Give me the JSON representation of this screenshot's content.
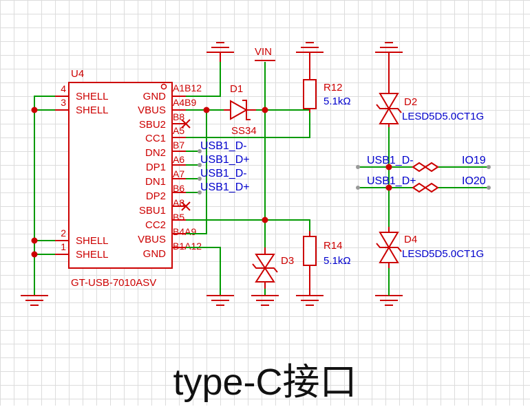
{
  "title": "type-C接口",
  "ic": {
    "refdes": "U4",
    "value": "GT-USB-7010ASV",
    "left_pins": [
      {
        "num": "4",
        "name": "SHELL"
      },
      {
        "num": "3",
        "name": "SHELL"
      },
      {
        "num": "2",
        "name": "SHELL"
      },
      {
        "num": "1",
        "name": "SHELL"
      }
    ],
    "right_names": [
      "GND",
      "VBUS",
      "SBU2",
      "CC1",
      "DN2",
      "DP1",
      "DN1",
      "DP2",
      "SBU1",
      "CC2",
      "VBUS",
      "GND"
    ],
    "right_pins": [
      "A1B12",
      "A4B9",
      "B8",
      "A5",
      "B7",
      "A6",
      "A7",
      "B6",
      "A8",
      "B5",
      "B4A9",
      "B1A12"
    ]
  },
  "nets": {
    "left": [
      "USB1_D-",
      "USB1_D+",
      "USB1_D-",
      "USB1_D+"
    ],
    "right": [
      "USB1_D-",
      "USB1_D+"
    ],
    "ports": [
      "IO19",
      "IO20"
    ],
    "vin": "VIN"
  },
  "components": {
    "d1": {
      "ref": "D1",
      "value": "SS34"
    },
    "d3": {
      "ref": "D3"
    },
    "r12": {
      "ref": "R12",
      "value": "5.1kΩ"
    },
    "r14": {
      "ref": "R14",
      "value": "5.1kΩ"
    },
    "d2": {
      "ref": "D2",
      "value": "LESD5D5.0CT1G"
    },
    "d4": {
      "ref": "D4",
      "value": "LESD5D5.0CT1G"
    }
  }
}
